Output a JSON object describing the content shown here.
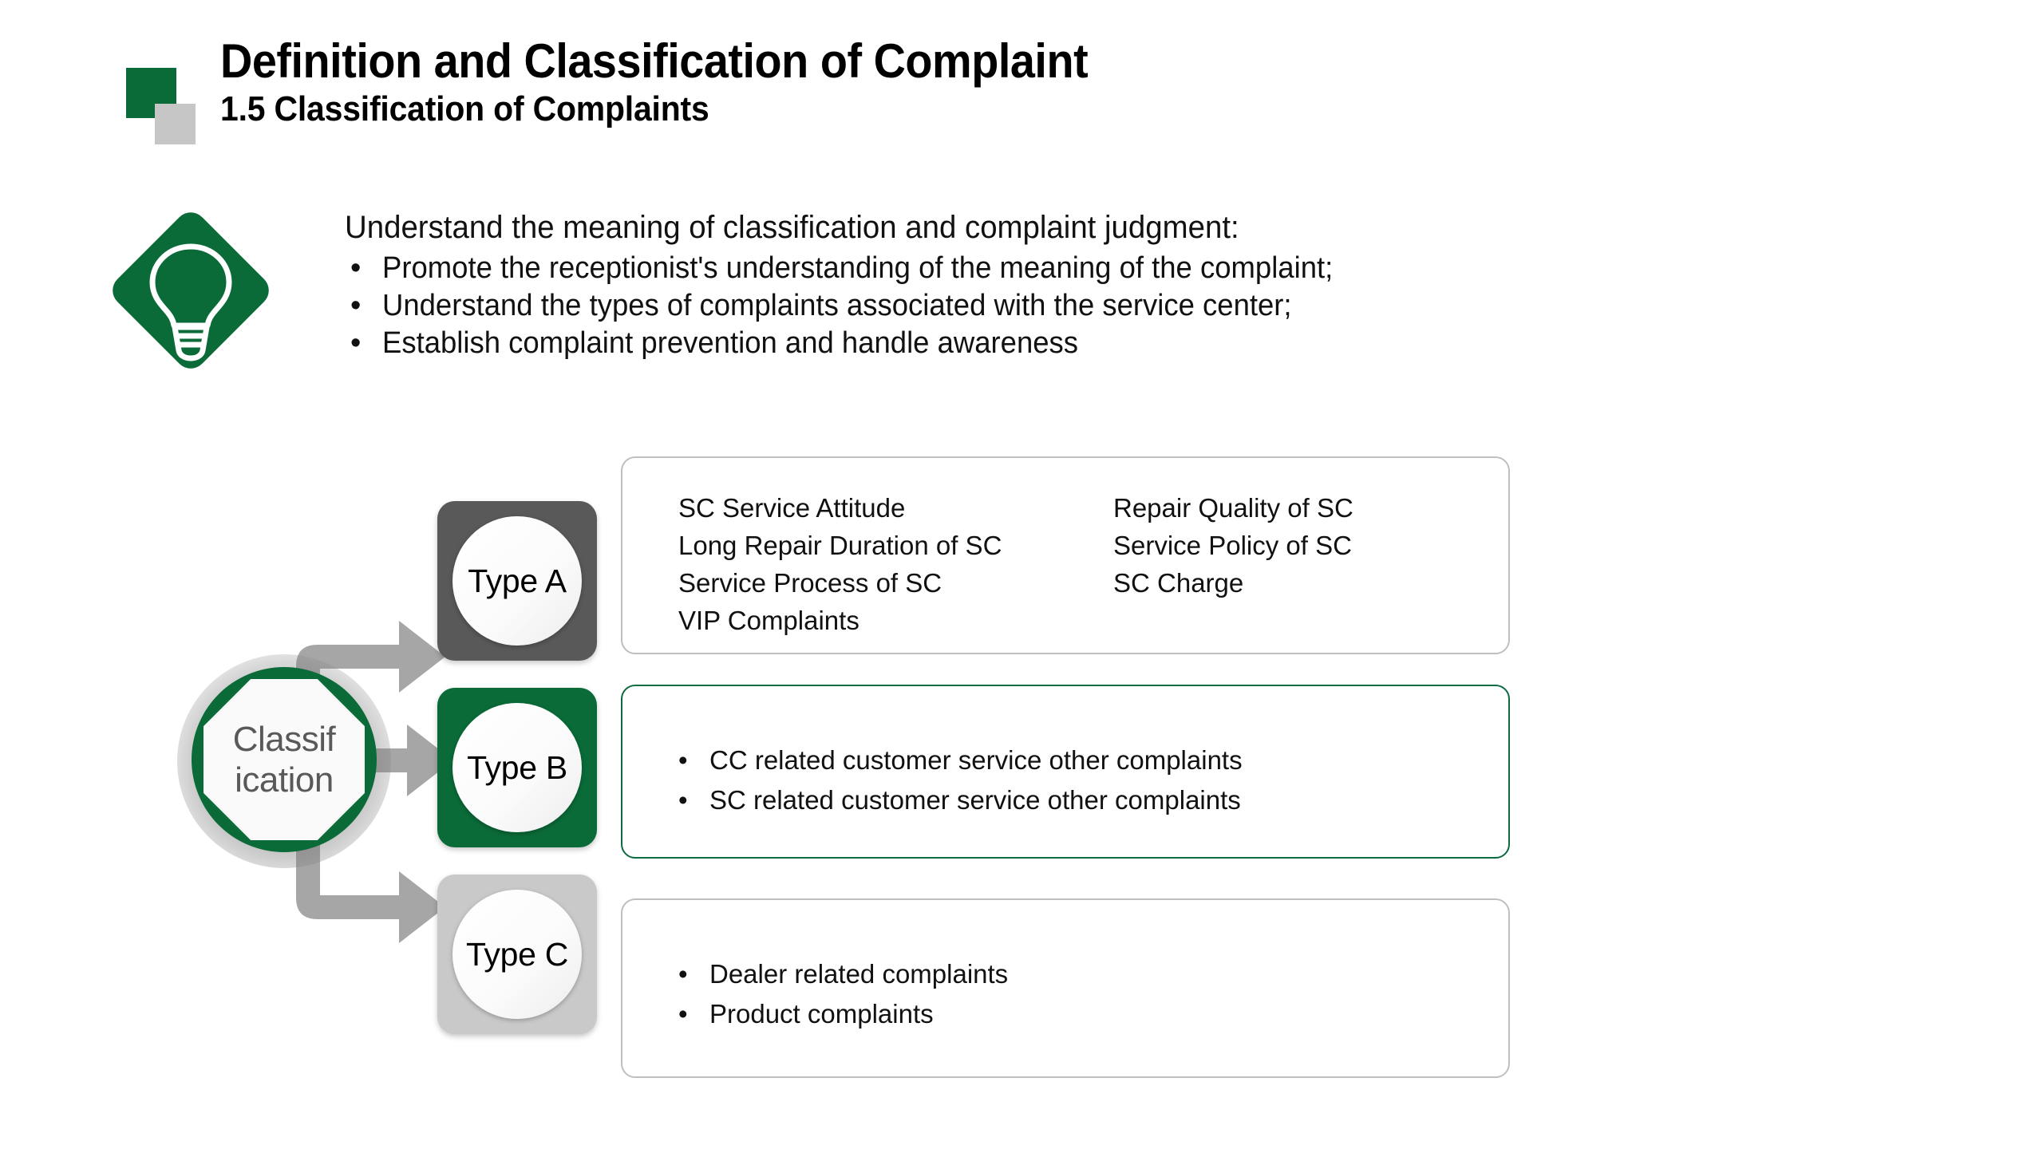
{
  "header": {
    "title": "Definition and Classification of Complaint",
    "subtitle": "1.5 Classification of Complaints",
    "logo": {
      "green": "#0a6b38",
      "gray": "#c6c6c6"
    }
  },
  "objectives": {
    "icon": "lightbulb-icon",
    "heading": "Understand the meaning of classification and complaint judgment:",
    "bullet_glyph": "•",
    "items": [
      "Promote the receptionist's understanding of the meaning of the complaint;",
      "Understand the types of complaints associated with the service center;",
      "Establish complaint prevention and handle awareness"
    ]
  },
  "diagram": {
    "hub": {
      "line1": "Classif",
      "line2": "ication"
    },
    "arrow_color": "#a6a6a6",
    "bullet_glyph": "•",
    "branches": [
      {
        "tile_label": "Type A",
        "tile_color": "#595959",
        "box_border": "#bfbfbf",
        "layout": "two-column",
        "col1": [
          "SC Service Attitude",
          "Long Repair Duration of SC",
          "Service Process of SC",
          "VIP Complaints"
        ],
        "col2": [
          "Repair Quality of SC",
          "Service Policy of SC",
          "SC Charge"
        ]
      },
      {
        "tile_label": "Type B",
        "tile_color": "#0a6b38",
        "box_border": "#0d6b42",
        "layout": "bullets",
        "items": [
          "CC related customer service other complaints",
          "SC related customer service other complaints"
        ]
      },
      {
        "tile_label": "Type C",
        "tile_color": "#c9c9c9",
        "box_border": "#bfbfbf",
        "layout": "bullets",
        "items": [
          "Dealer related complaints",
          "Product complaints"
        ]
      }
    ]
  }
}
